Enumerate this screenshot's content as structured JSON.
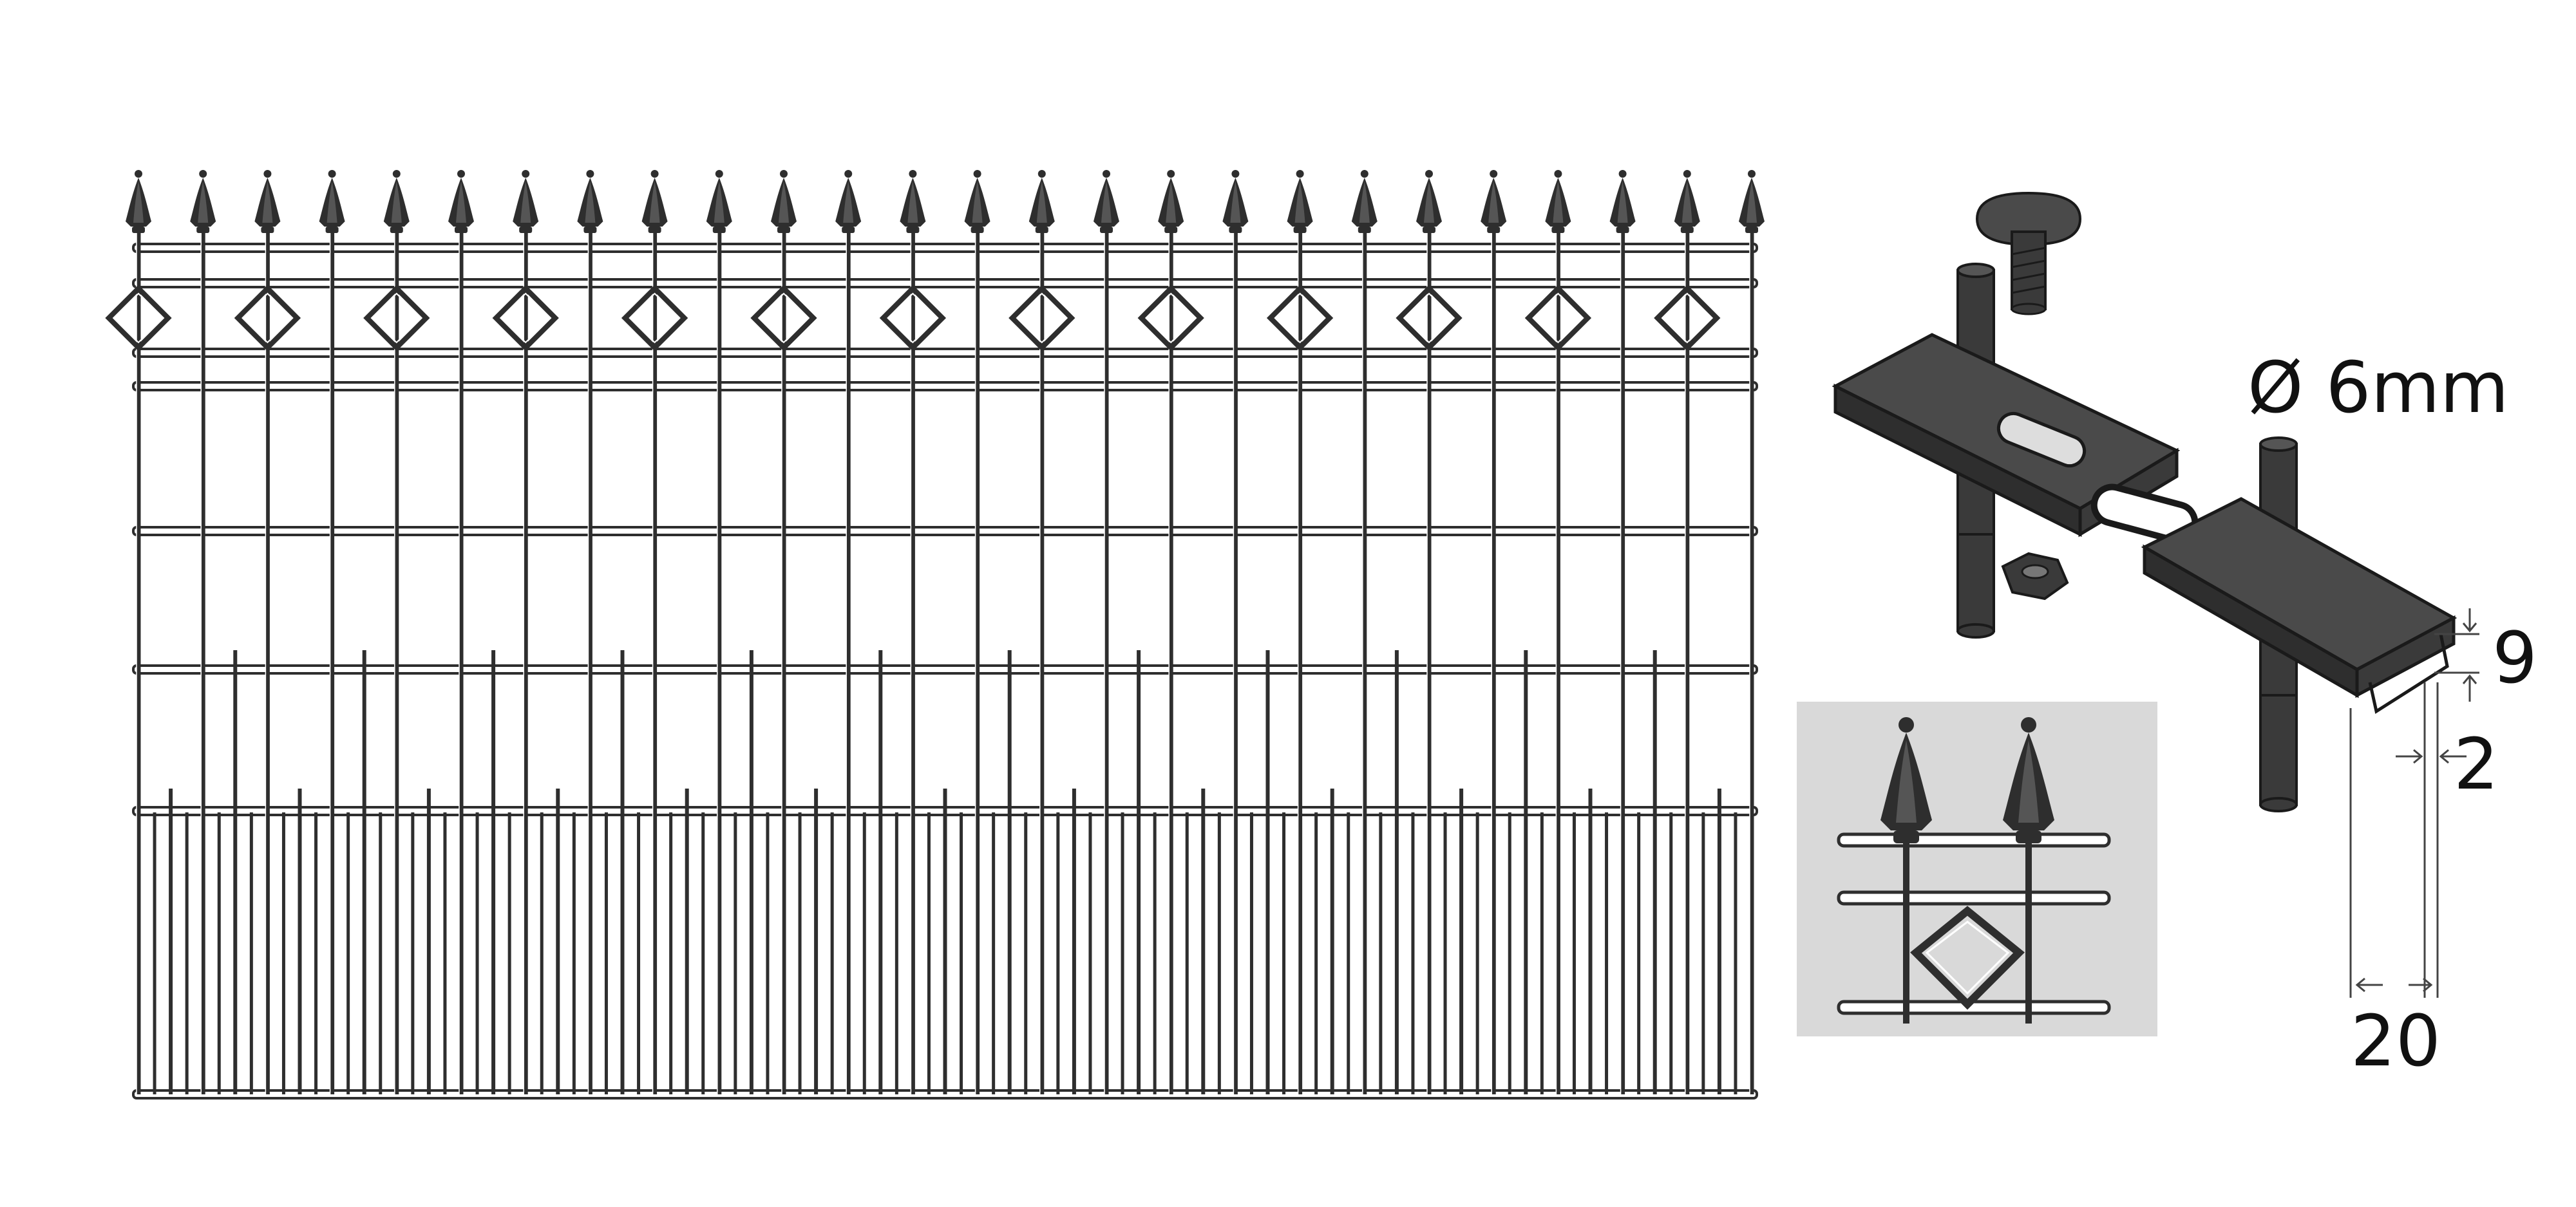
{
  "labels": {
    "diameter": "Ø 6mm",
    "dim_height": "9",
    "dim_thickness": "2",
    "dim_width": "20"
  },
  "colors": {
    "background": "#ffffff",
    "metal": "#2e2e2e",
    "metal_light": "#5a5a5a",
    "inset_background": "#d9d9d9",
    "dimension_line": "#444444"
  },
  "fence": {
    "spike_count": 26,
    "diamond_count": 13,
    "horizontal_rails": 8
  }
}
